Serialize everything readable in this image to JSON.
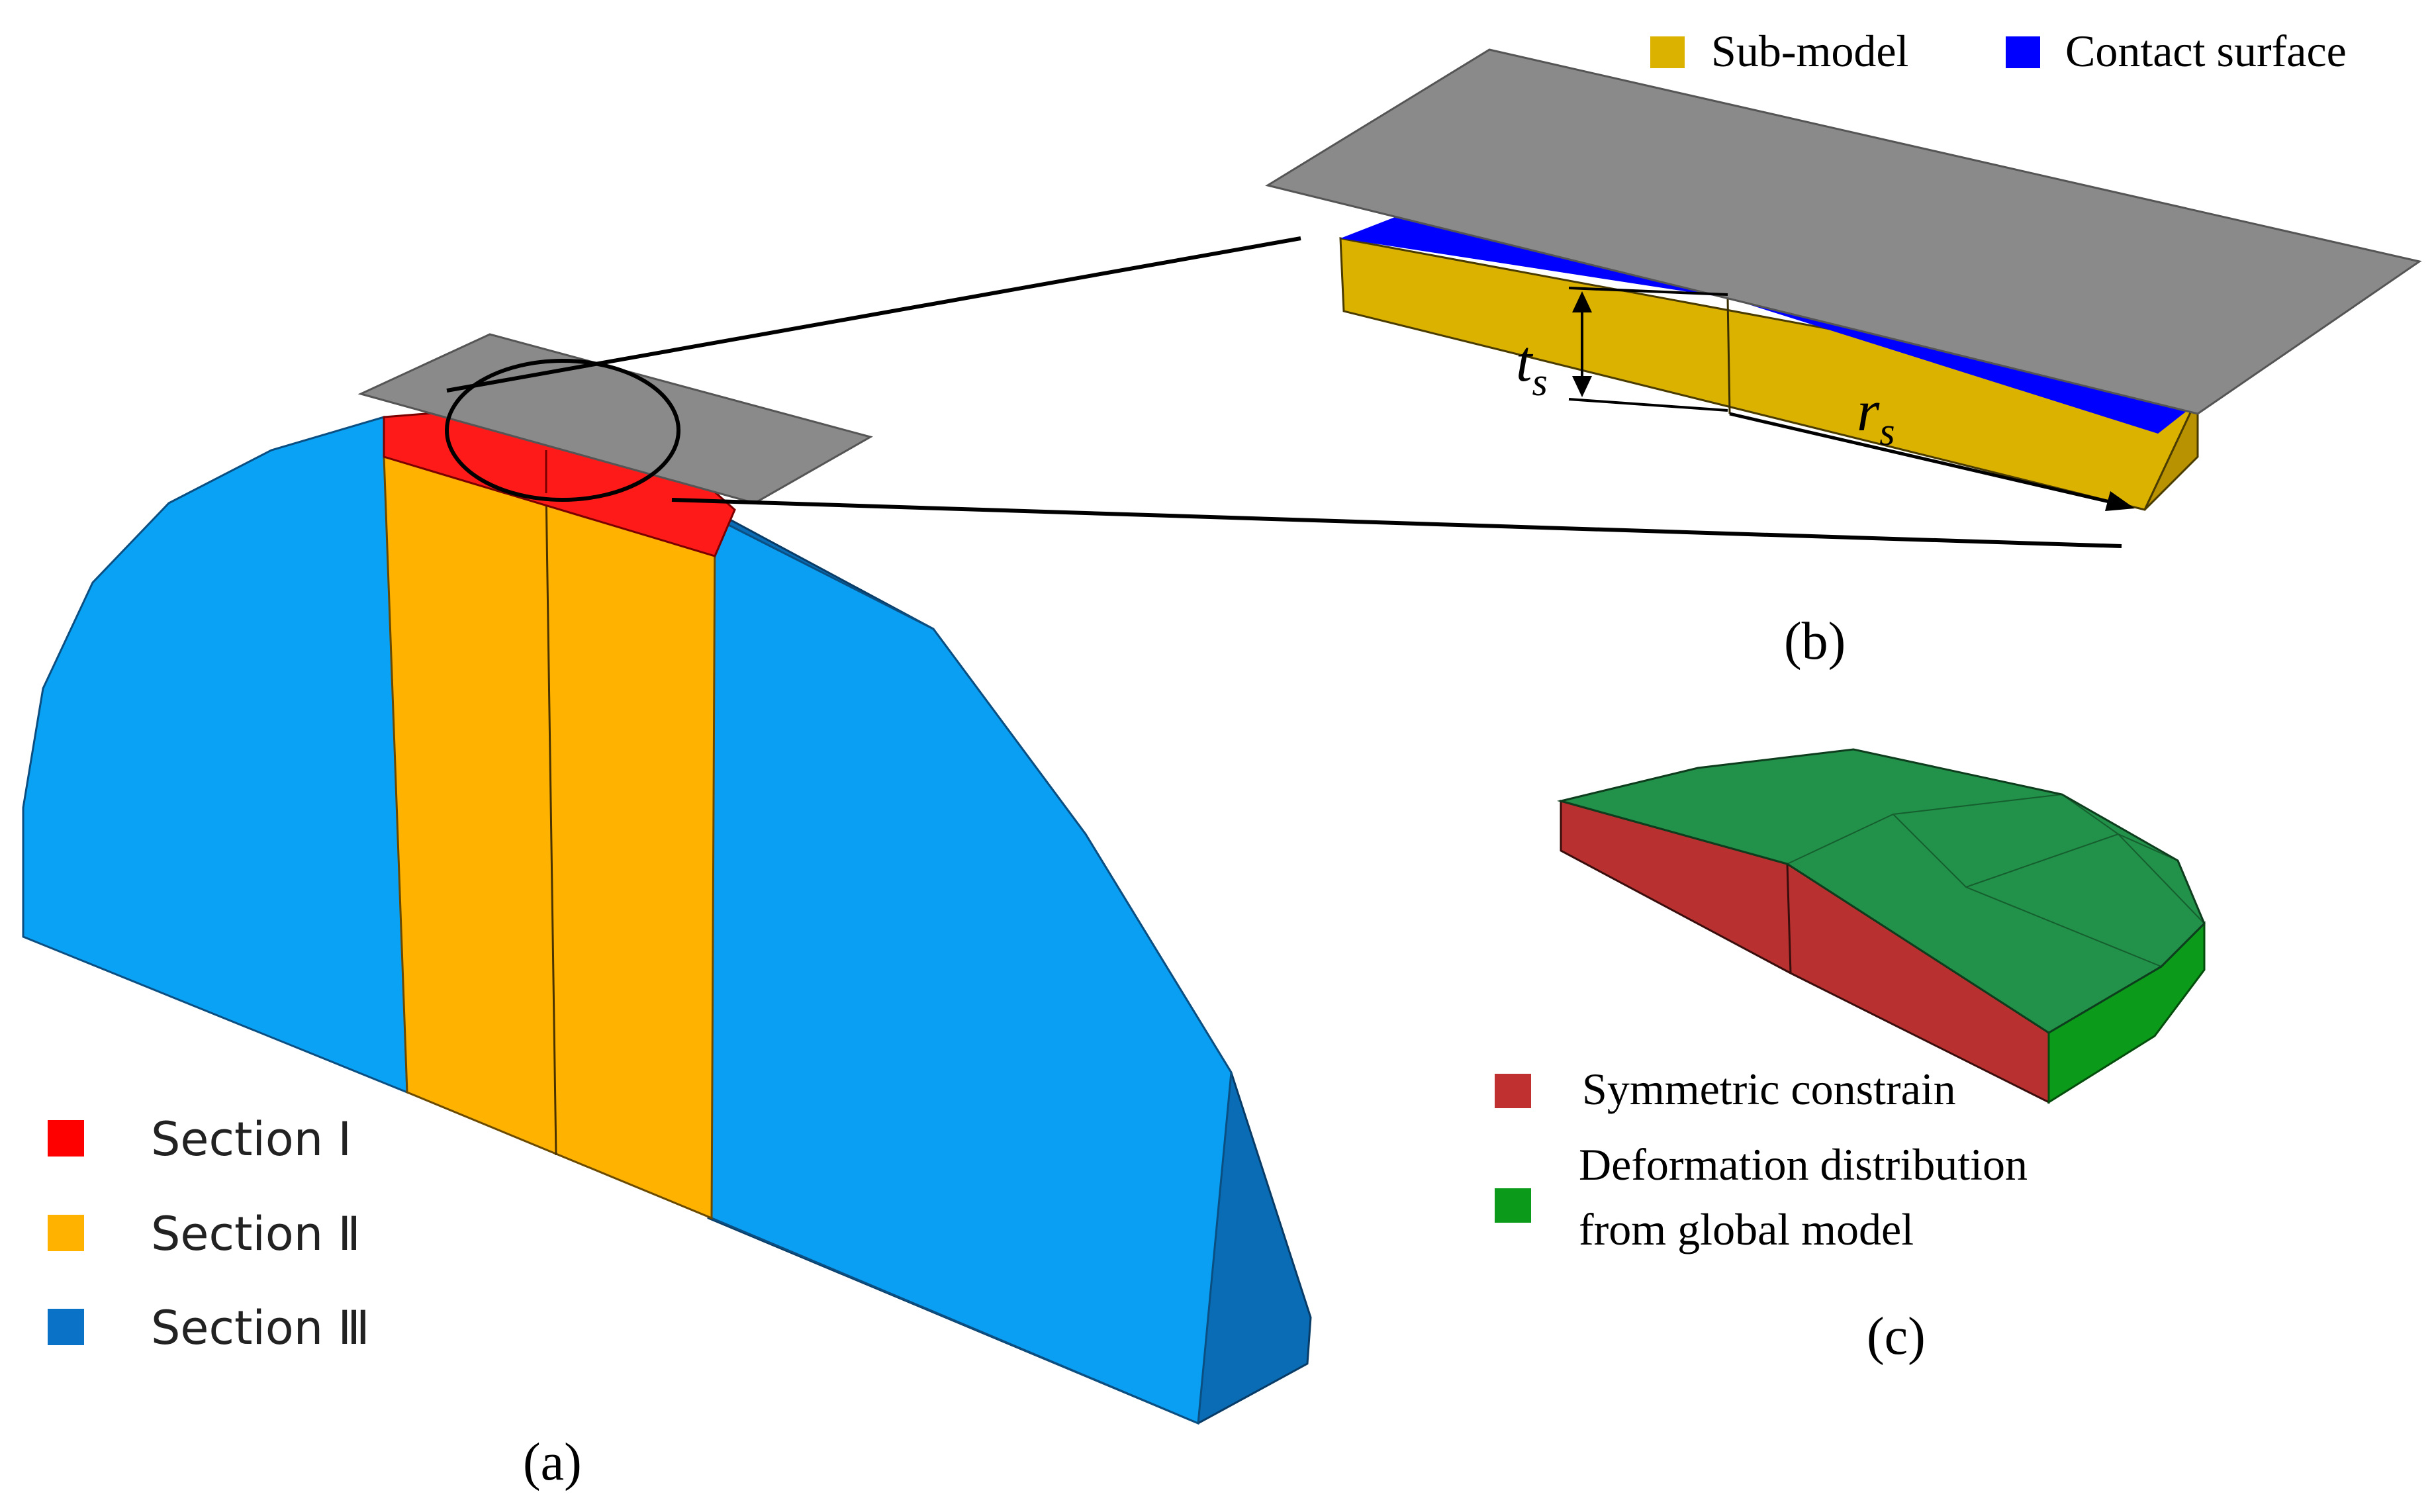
{
  "panel_a": {
    "caption": "(a)",
    "legend": [
      {
        "label": "Section Ⅰ",
        "color": "#ff0000"
      },
      {
        "label": "Section Ⅱ",
        "color": "#ffb300"
      },
      {
        "label": "Section Ⅲ",
        "color": "#0a73c8"
      }
    ]
  },
  "panel_b": {
    "caption": "(b)",
    "legend": [
      {
        "label": "Sub-model",
        "color": "#dcb200"
      },
      {
        "label": "Contact surface",
        "color": "#0000ff"
      }
    ],
    "dim_thickness_base": "t",
    "dim_thickness_sub": "s",
    "dim_radius_base": "r",
    "dim_radius_sub": "s"
  },
  "panel_c": {
    "caption": "(c)",
    "legend_symmetric": {
      "label": "Symmetric constrain",
      "color": "#c03030"
    },
    "legend_deformation": {
      "line1": "Deformation distribution",
      "line2": "from global model",
      "color": "#0b9a1a"
    }
  },
  "colors": {
    "section_one": "#ff1a1a",
    "section_two": "#ffb300",
    "section_three_front": "#0aa2f5",
    "section_three_side": "#0a6cb4",
    "plate": "#8a8a8a",
    "submodel": "#dcb200",
    "contact": "#0000ff",
    "symmetric_face": "#b83030",
    "deformation_top": "#22914a",
    "deformation_side": "#0b9a1a"
  }
}
